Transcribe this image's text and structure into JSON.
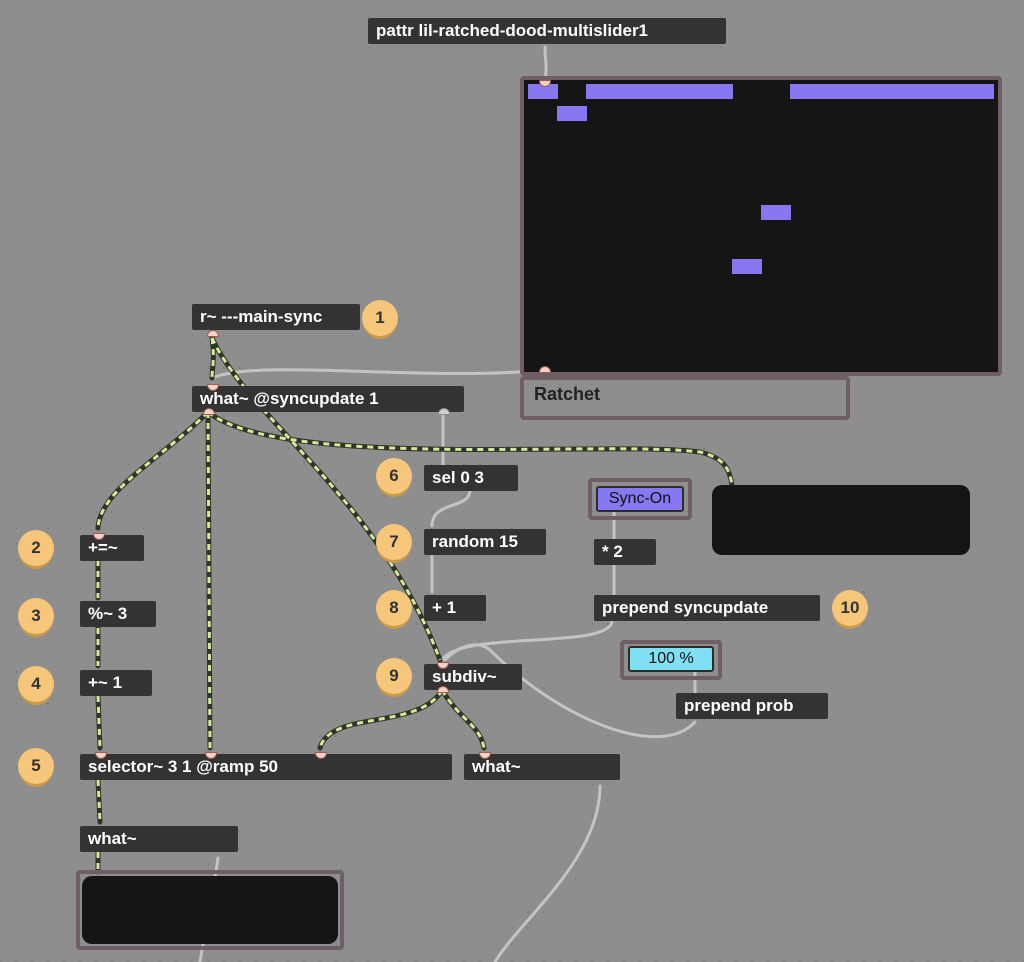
{
  "objects": {
    "pattr": "pattr lil-ratched-dood-multislider1",
    "receive": "r~ ---main-sync",
    "what_sync": "what~ @syncupdate 1",
    "sel": "sel 0 3",
    "random": "random 15",
    "plus1": "+ 1",
    "subdiv": "subdiv~",
    "accum": "+=~",
    "mod": "%~ 3",
    "plus_sig": "+~ 1",
    "selector": "selector~ 3 1 @ramp 50",
    "what_right": "what~",
    "what_bottom": "what~",
    "mul2": "* 2",
    "prepend_sync": "prepend syncupdate",
    "prepend_prob": "prepend prob"
  },
  "multislider": {
    "label": "Ratchet",
    "colors": {
      "bar": "#8777f0",
      "bg": "#151515"
    },
    "values": [
      1.0,
      0.92,
      1.0,
      1.0,
      1.0,
      1.0,
      1.0,
      0.35,
      0.55,
      1.0,
      1.0,
      1.0,
      1.0,
      1.0,
      1.0,
      1.0
    ]
  },
  "toggle": {
    "label": "Sync-On"
  },
  "number": {
    "value": "100 %"
  },
  "badges": [
    "1",
    "2",
    "3",
    "4",
    "5",
    "6",
    "7",
    "8",
    "9",
    "10"
  ],
  "colors": {
    "signal_cable": "#d4e89a",
    "control_cable": "#c4c4c4",
    "object_bg": "#333333"
  }
}
